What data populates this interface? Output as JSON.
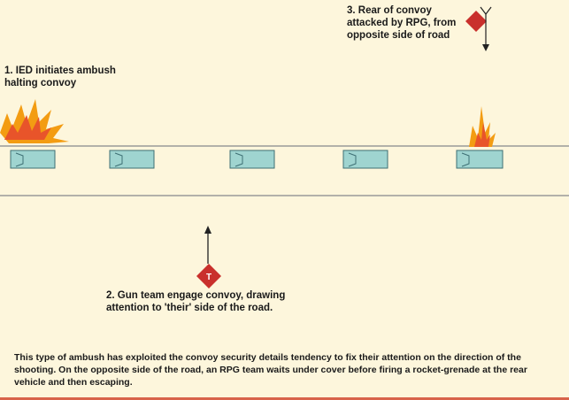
{
  "colors": {
    "background": "#fdf6dc",
    "road_line": "#9a9a9a",
    "vehicle_fill": "#9fd4d0",
    "vehicle_stroke": "#3d6f73",
    "blast_outer": "#f39c12",
    "blast_inner": "#e8542a",
    "diamond": "#c9302c",
    "accent_line": "#d8634a"
  },
  "icons": {
    "ied_blast": "explosion-icon",
    "rpg_blast": "explosion-icon",
    "gun_team": "diamond-marker-icon",
    "rpg_team": "diamond-marker-icon"
  },
  "labels": {
    "step1": "1. IED initiates ambush\nhalting convoy",
    "step2": "2.  Gun team engage convoy, drawing\nattention to 'their' side of the road.",
    "step3": "3.  Rear of convoy\nattacked by RPG, from\nopposite side of road",
    "gun_team_marker": "T",
    "note": "This type of ambush has exploited the convoy security details tendency to fix their attention on the direction of the shooting. On the opposite side of the road, an RPG team waits under cover before firing a rocket-grenade at the rear vehicle and then escaping."
  },
  "convoy": {
    "vehicle_count": 5
  }
}
